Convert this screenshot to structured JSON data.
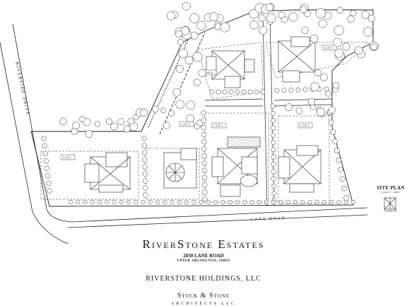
{
  "labels": {
    "street_west": "RIVERSIDE DRIVE",
    "street_south": "LANE ROAD",
    "lots": [
      "LOT 1",
      "LOT 2",
      "LOT 3",
      "LOT 4",
      "LOT 5",
      "LOT 6"
    ]
  },
  "title_block": {
    "project": "RiverStone Estates",
    "address": "2830 LANE ROAD",
    "city": "UPPER ARLINGTON, OHIO",
    "owner": "RIVERSTONE HOLDINGS, LLC",
    "firm": "Stock & Stone",
    "firm_sub": "ARCHITECTS LLC"
  },
  "site_plan_key": {
    "title": "SITE PLAN",
    "scale": "SCALE 1\" = 60'-0\"",
    "north": "NORTH"
  },
  "colors": {
    "ink": "#1a1a1a",
    "paper": "#ffffff",
    "hatch": "#555555"
  }
}
